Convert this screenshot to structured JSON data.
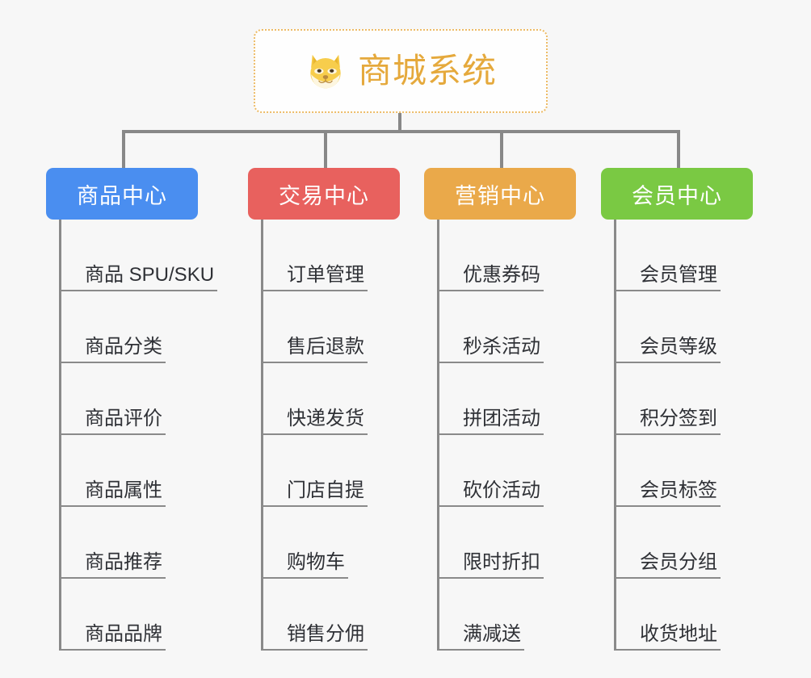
{
  "root": {
    "title": "商城系统",
    "icon": "shiba-dog-face-emoji",
    "title_color": "#e5a93c",
    "border_color": "#edbb66"
  },
  "connector_color": "#888888",
  "background_color": "#f7f7f7",
  "columns": [
    {
      "title": "商品中心",
      "color": "#4a8ef0",
      "items": [
        "商品 SPU/SKU",
        "商品分类",
        "商品评价",
        "商品属性",
        "商品推荐",
        "商品品牌"
      ]
    },
    {
      "title": "交易中心",
      "color": "#e8615e",
      "items": [
        "订单管理",
        "售后退款",
        "快递发货",
        "门店自提",
        "购物车",
        "销售分佣"
      ]
    },
    {
      "title": "营销中心",
      "color": "#eaa94a",
      "items": [
        "优惠券码",
        "秒杀活动",
        "拼团活动",
        "砍价活动",
        "限时折扣",
        "满减送"
      ]
    },
    {
      "title": "会员中心",
      "color": "#7ac943",
      "items": [
        "会员管理",
        "会员等级",
        "积分签到",
        "会员标签",
        "会员分组",
        "收货地址"
      ]
    }
  ]
}
